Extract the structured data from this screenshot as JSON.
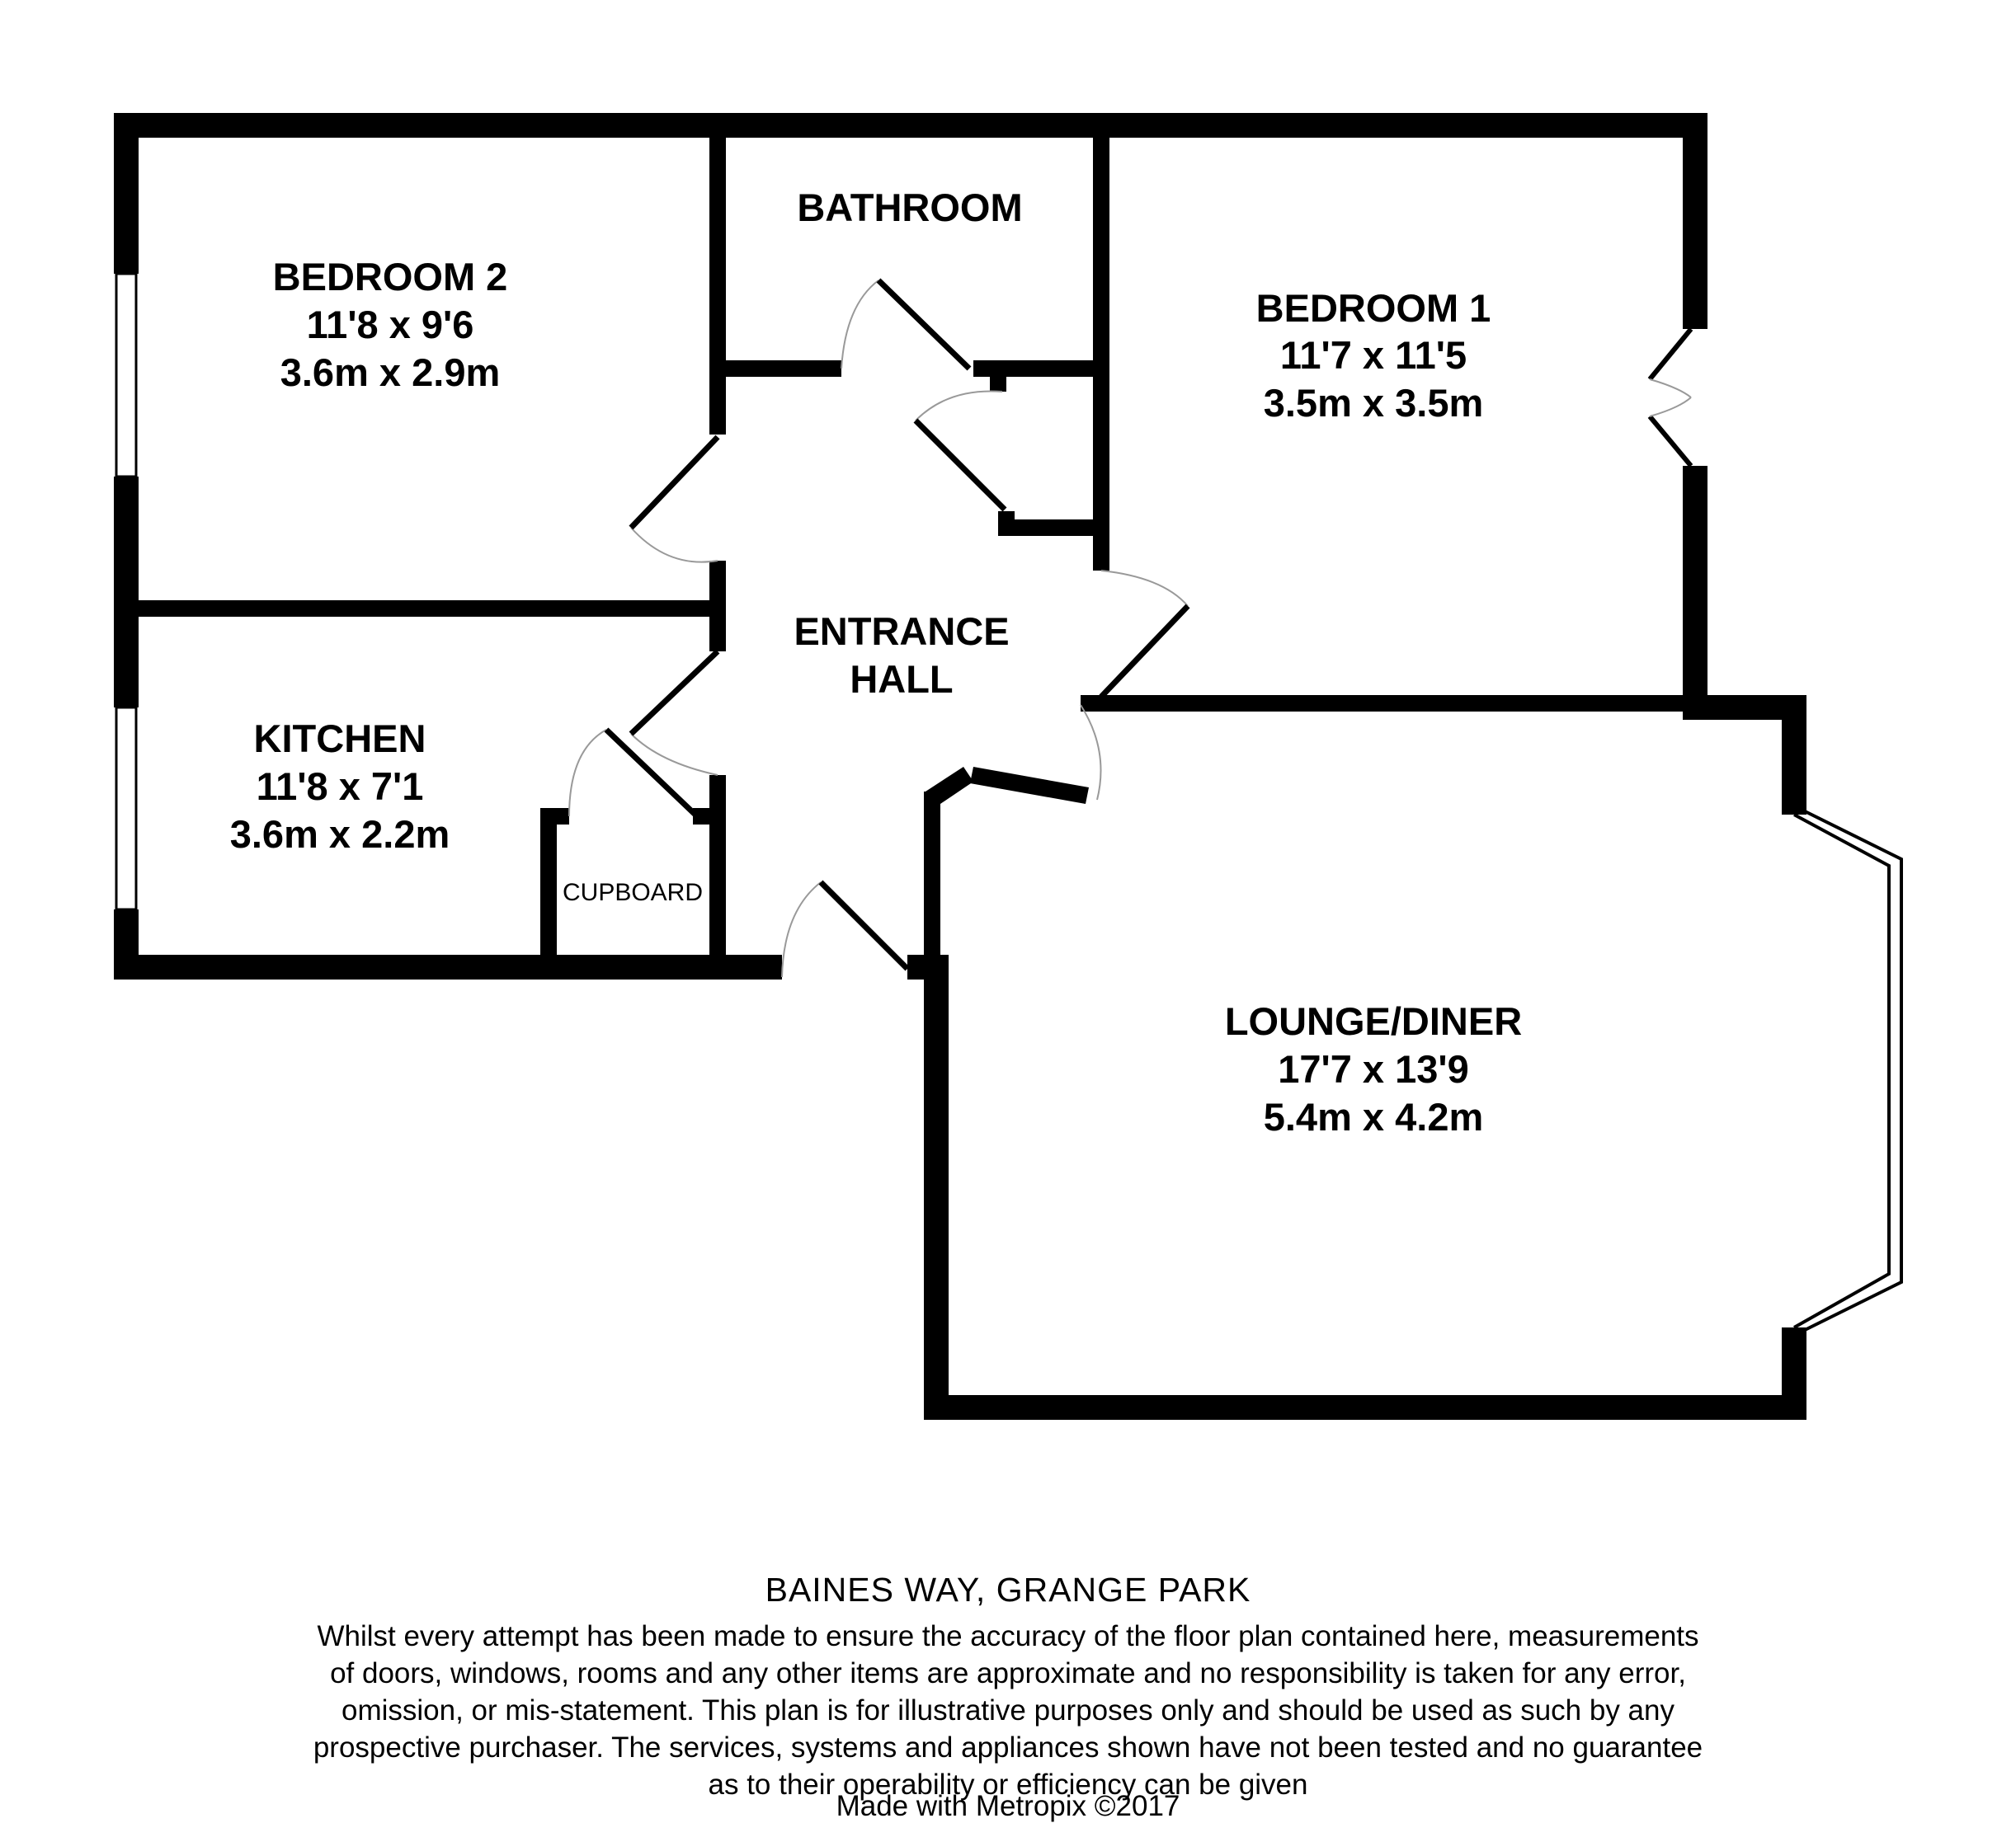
{
  "rooms": {
    "bedroom2": {
      "name": "BEDROOM 2",
      "imperial": "11'8 x 9'6",
      "metric": "3.6m x 2.9m"
    },
    "bathroom": {
      "name": "BATHROOM"
    },
    "bedroom1": {
      "name": "BEDROOM 1",
      "imperial": "11'7 x 11'5",
      "metric": "3.5m x 3.5m"
    },
    "entrance_hall": {
      "line1": "ENTRANCE",
      "line2": "HALL"
    },
    "kitchen": {
      "name": "KITCHEN",
      "imperial": "11'8 x 7'1",
      "metric": "3.6m x 2.2m"
    },
    "cupboard": {
      "name": "CUPBOARD"
    },
    "lounge": {
      "name": "LOUNGE/DINER",
      "imperial": "17'7 x 13'9",
      "metric": "5.4m x 4.2m"
    }
  },
  "footer": {
    "address": "BAINES WAY, GRANGE PARK",
    "disclaimer_lines": [
      "Whilst every attempt has been made to ensure the accuracy of the floor plan contained here, measurements",
      "of doors, windows, rooms and any other items are approximate and no responsibility is taken for any error,",
      "omission, or mis-statement. This plan is for illustrative purposes only and should be used as such by any",
      "prospective purchaser. The services, systems and appliances shown have not been tested and no guarantee",
      "as to their operability or efficiency can be given"
    ],
    "credit": "Made with Metropix ©2017"
  },
  "colors": {
    "wall": "#000000",
    "door_swing": "#999999",
    "background": "#ffffff"
  }
}
